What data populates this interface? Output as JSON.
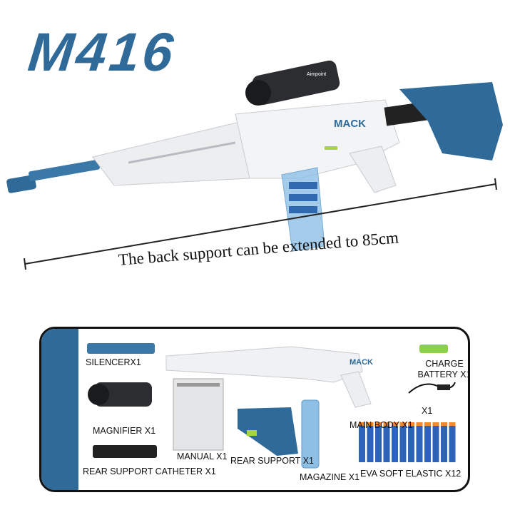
{
  "title": "M416",
  "caption": "The back support can be extended to 85cm",
  "gun_brand": "MACK",
  "scope_brand": "Aimpoint",
  "colors": {
    "accent": "#2f6a99",
    "lime": "#a6d63c",
    "body": "#eef0f2"
  },
  "contents": {
    "silencer": "SILENCERX1",
    "magnifier": "MAGNIFIER X1",
    "catheter": "REAR SUPPORT CATHETER X1",
    "manual": "MANUAL X1",
    "rear_support": "REAR SUPPORT X1",
    "magazine": "MAGAZINE X1",
    "main_body": "MAIN BODY X1",
    "charge_battery": "CHARGE BATTERY X1",
    "cable": "X1",
    "darts": "EVA SOFT ELASTIC X12"
  }
}
